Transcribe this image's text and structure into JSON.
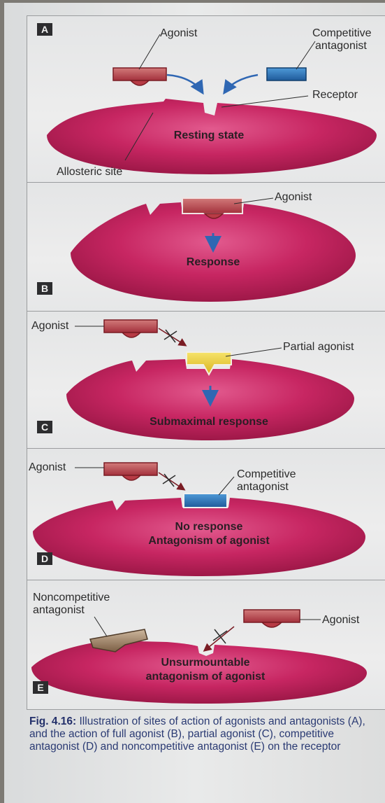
{
  "panels": [
    {
      "badge": "A",
      "agonist_label": "Agonist",
      "antagonist_label_line1": "Competitive",
      "antagonist_label_line2": "antagonist",
      "receptor_label": "Receptor",
      "state_label": "Resting state",
      "allosteric_label": "Allosteric site"
    },
    {
      "badge": "B",
      "agonist_label": "Agonist",
      "state_label": "Response"
    },
    {
      "badge": "C",
      "agonist_label": "Agonist",
      "partial_label": "Partial agonist",
      "state_label": "Submaximal response"
    },
    {
      "badge": "D",
      "agonist_label": "Agonist",
      "antagonist_label_line1": "Competitive",
      "antagonist_label_line2": "antagonist",
      "state_label_line1": "No response",
      "state_label_line2": "Antagonism of agonist"
    },
    {
      "badge": "E",
      "noncomp_label_line1": "Noncompetitive",
      "noncomp_label_line2": "antagonist",
      "agonist_label": "Agonist",
      "state_label_line1": "Unsurmountable",
      "state_label_line2": "antagonism of agonist"
    }
  ],
  "caption": {
    "fig": "Fig. 4.16:",
    "text": "Illustration of sites of action of agonists and antagonists (A), and the action of full agonist (B), partial agonist (C), competitive antagonist (D) and noncompetitive antagonist (E) on the receptor"
  },
  "colors": {
    "receptor": "#c2275f",
    "agonist": "#b73b45",
    "competitive_antagonist": "#2f73b5",
    "partial_agonist": "#e8c82a",
    "noncompetitive_antagonist": "#9a7e63",
    "arrow": "#2f67b3",
    "caption": "#2a3a73"
  }
}
